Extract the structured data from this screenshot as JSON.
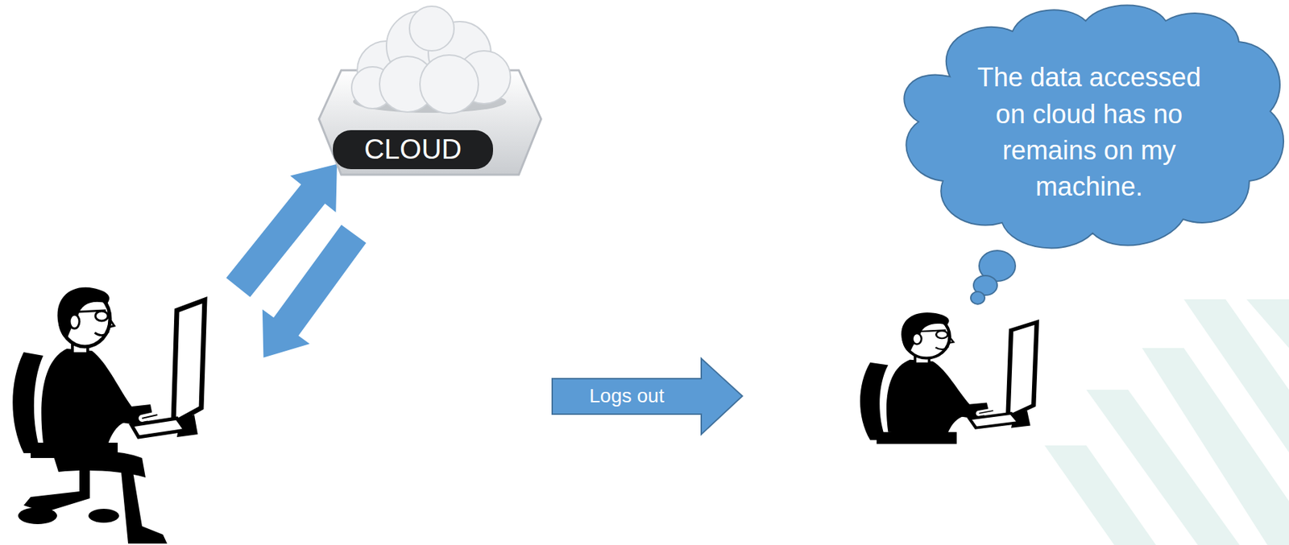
{
  "diagram": {
    "nodes": [
      {
        "text": [
          "CLOUD"
        ]
      },
      {
        "text": [
          "Logs out"
        ]
      },
      {
        "text": [
          "The data accessed on cloud has no remains on my machine."
        ]
      }
    ]
  }
}
